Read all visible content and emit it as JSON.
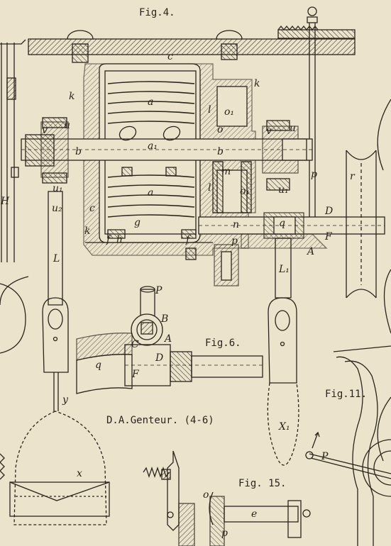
{
  "figures": {
    "fig4": "Fig.4.",
    "fig6": "Fig.6.",
    "fig11": "Fig.11.",
    "fig15": "Fig. 15."
  },
  "caption": "D.A.Genteur. (4-6)",
  "labels": {
    "c": "c",
    "k": "k",
    "a": "a",
    "a1": "a₁",
    "l": "l",
    "o1": "o₁",
    "o": "o",
    "v": "v",
    "u": "u",
    "b": "b",
    "m": "m",
    "u1": "u₁",
    "u2": "u₂",
    "H": "H",
    "g": "g",
    "f": "f",
    "h": "h",
    "n": "n",
    "q": "q",
    "p": "p",
    "D": "D",
    "F": "F",
    "A": "A",
    "r": "r",
    "L": "L",
    "L1": "L₁",
    "P": "P",
    "B": "B",
    "C": "C",
    "X1": "X₁",
    "y": "y",
    "x": "x",
    "e": "e"
  }
}
